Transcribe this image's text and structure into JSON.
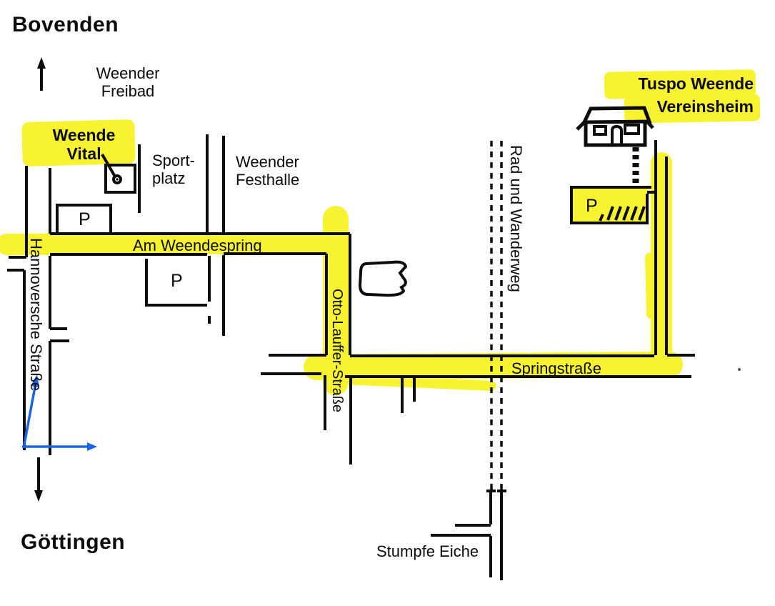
{
  "map": {
    "towns": {
      "north": "Bovenden",
      "south": "Göttingen"
    },
    "labels": {
      "weender_freibad": [
        "Weender",
        "Freibad"
      ],
      "weende_vital": [
        "Weende",
        "Vital"
      ],
      "sportplatz": [
        "Sport-",
        "platz"
      ],
      "weender_festhalle": [
        "Weender",
        "Festhalle"
      ],
      "tuspo_vereinsheim": [
        "Tuspo Weende",
        "Vereinsheim"
      ],
      "stumpfe_eiche": "Stumpfe Eiche"
    },
    "streets": {
      "hannoversche_strasse": "Hannoversche Straße",
      "am_weendespring": "Am Weendespring",
      "otto_lauffer_strasse": "Otto-Lauffer-Straße",
      "rad_und_wanderweg": "Rad und Wanderweg",
      "springstrasse": "Springstraße"
    },
    "parking": {
      "label": "P"
    },
    "colors": {
      "highlight": "#f8f331",
      "route_blue": "#1b63e6",
      "ink": "#0c0c0c"
    }
  }
}
